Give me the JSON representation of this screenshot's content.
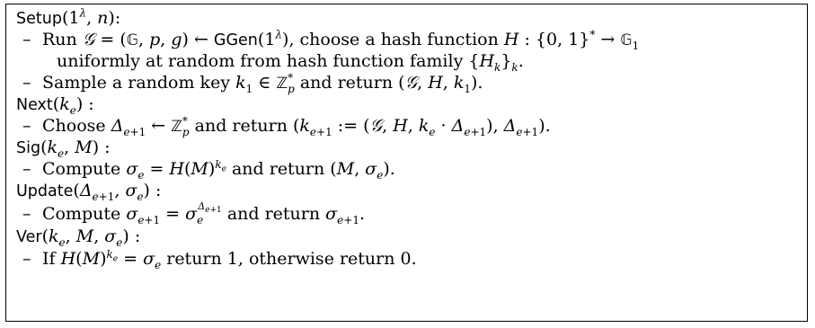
{
  "algorithms": [
    {
      "header": "Setup(1^λ, n):",
      "steps": [
        "– Run G = (𝔾, p, g) ← GGen(1^λ), choose a hash function H : {0,1}* → 𝔾_1 uniformly at random from hash function family {H_k}_k.",
        "– Sample a random key k_1 ∈ ℤ_p^* and return (G, H, k_1)."
      ]
    },
    {
      "header": "Next(k_e) :",
      "steps": [
        "– Choose Δ_{e+1} ← ℤ_p^* and return (k_{e+1} := (G, H, k_e · Δ_{e+1}), Δ_{e+1})."
      ]
    },
    {
      "header": "Sig(k_e, M) :",
      "steps": [
        "– Compute σ_e = H(M)^{k_e} and return (M, σ_e)."
      ]
    },
    {
      "header": "Update(Δ_{e+1}, σ_e) :",
      "steps": [
        "– Compute σ_{e+1} = σ_e^{Δ_{e+1}} and return σ_{e+1}."
      ]
    },
    {
      "header": "Ver(k_e, M, σ_e) :",
      "steps": [
        "– If H(M)^{k_e} = σ_e return 1, otherwise return 0."
      ]
    }
  ],
  "words": {
    "setup": "Setup",
    "ggen": "GGen",
    "next": "Next",
    "sig": "Sig",
    "update": "Update",
    "ver": "Ver",
    "run": "Run",
    "choose_hash": ", choose a hash function",
    "uniformly": "uniformly at random from hash function family",
    "sample": "Sample a random key",
    "and_return": "and return",
    "choose": "Choose",
    "compute": "Compute",
    "if": "If",
    "return_1": "return 1, otherwise return 0."
  }
}
